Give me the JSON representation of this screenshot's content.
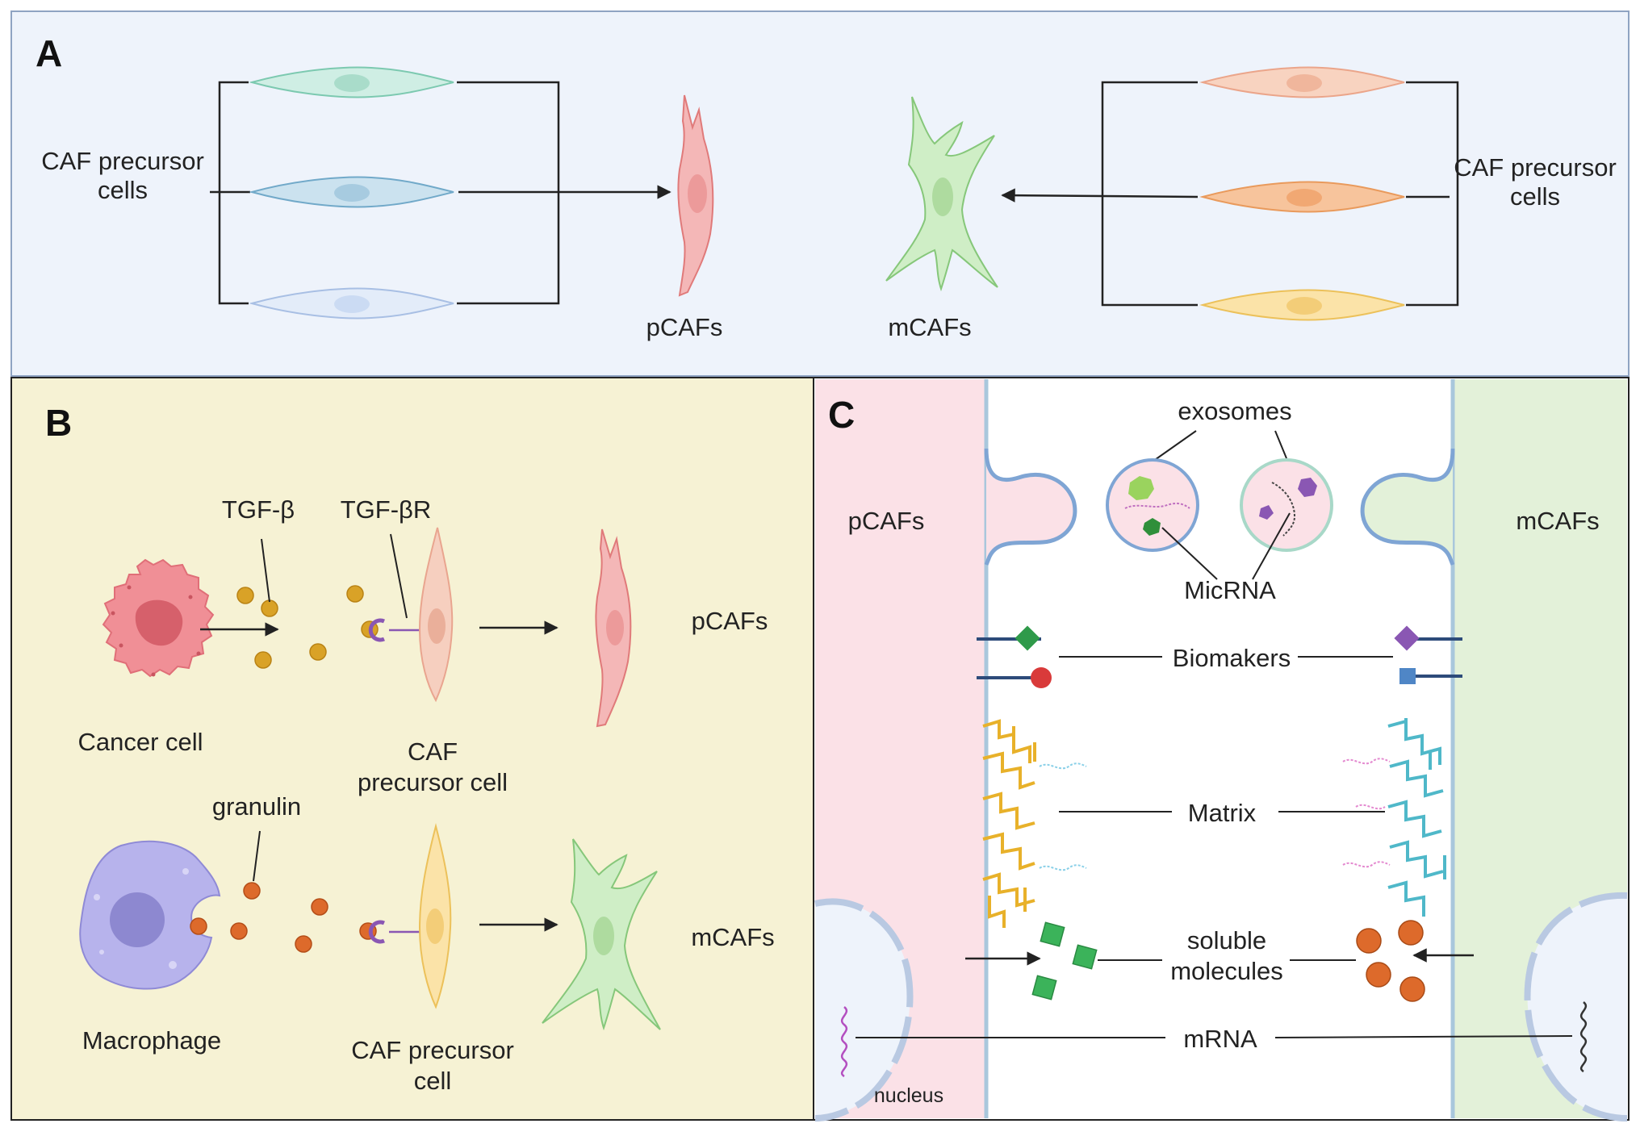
{
  "panels": {
    "A": {
      "letter": "A",
      "left_label_line1": "CAF precursor",
      "left_label_line2": "cells",
      "right_label_line1": "CAF precursor",
      "right_label_line2": "cells",
      "pcafs": "pCAFs",
      "mcafs": "mCAFs"
    },
    "B": {
      "letter": "B",
      "tgfb": "TGF-β",
      "tgfbr": "TGF-βR",
      "cancer_cell": "Cancer cell",
      "precursor1_line1": "CAF",
      "precursor1_line2": "precursor cell",
      "pcafs": "pCAFs",
      "granulin": "granulin",
      "macrophage": "Macrophage",
      "precursor2_line1": "CAF precursor",
      "precursor2_line2": "cell",
      "mcafs": "mCAFs"
    },
    "C": {
      "letter": "C",
      "pcafs": "pCAFs",
      "mcafs": "mCAFs",
      "exosomes": "exosomes",
      "micrna": "MicRNA",
      "biomakers": "Biomakers",
      "matrix": "Matrix",
      "soluble_line1": "soluble",
      "soluble_line2": "molecules",
      "mrna": "mRNA",
      "nucleus": "nucleus"
    }
  },
  "colors": {
    "panel_a_bg": "#eef3fb",
    "panel_b_bg": "#f6f2d4",
    "pcaf_fill": "#f4b7b7",
    "mcaf_fill": "#cfeec6",
    "cancer_fill": "#f08f96",
    "macrophage_fill": "#b7b3ec",
    "tgf_dot": "#d9a227",
    "granulin_dot": "#dd6a2b",
    "pcaf_membrane_bg": "#fbe1e7",
    "mcaf_membrane_bg": "#e3f1d9"
  }
}
